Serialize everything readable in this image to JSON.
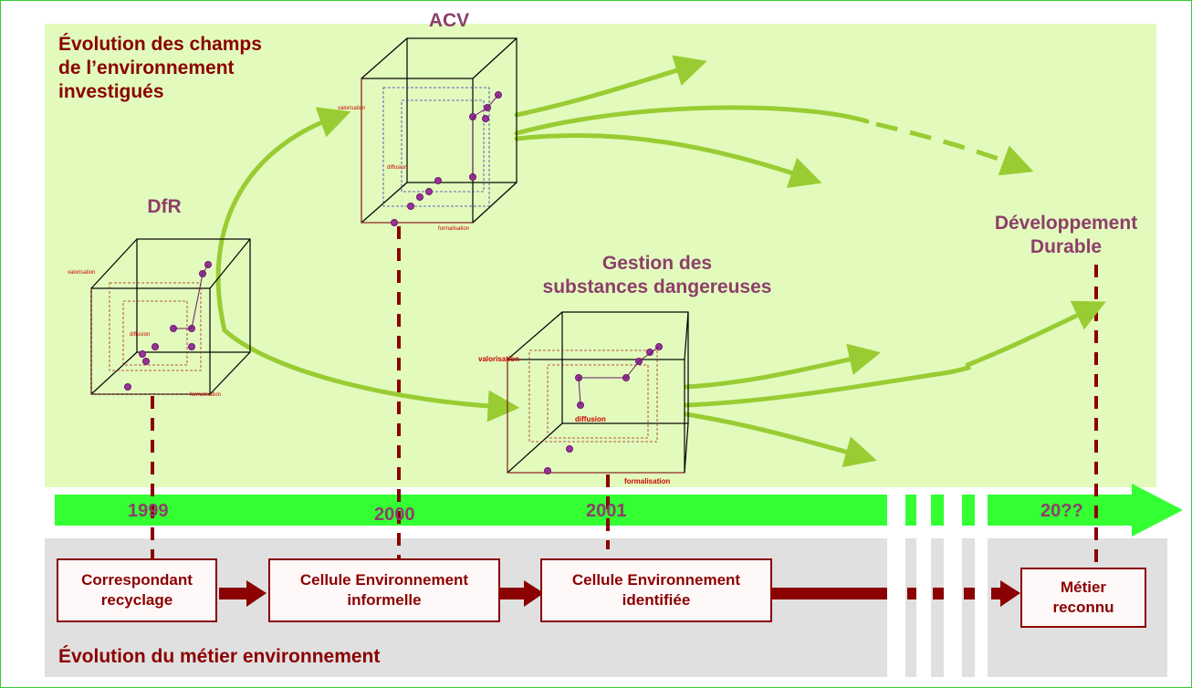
{
  "top_title": [
    "Évolution des champs",
    "de l’environnement",
    "investigués"
  ],
  "bottom_title": "Évolution du métier environnement",
  "cube_labels": {
    "dfr": "DfR",
    "acv": "ACV",
    "gestion": [
      "Gestion des",
      "substances dangereuses"
    ],
    "dd": [
      "Développement",
      "Durable"
    ]
  },
  "cube_axis_labels": {
    "top": "valorisation",
    "middle": "diffusion",
    "bottom": "formalisation"
  },
  "years": [
    "1999",
    "2000",
    "2001",
    "20??"
  ],
  "stages": [
    [
      "Correspondant",
      "recyclage"
    ],
    [
      "Cellule Environnement",
      "informelle"
    ],
    [
      "Cellule Environnement",
      "identifiée"
    ],
    [
      "Métier",
      "reconnu"
    ]
  ],
  "colors": {
    "top_panel": "#e2fbbd",
    "bottom_panel": "#e0e0e0",
    "timeline": "#33ff33",
    "green_arrow": "#99cc33",
    "maroon": "#8b0000",
    "label": "#8e3e6a",
    "dot": "#993399"
  },
  "icons": [
    "cube-diagram-icon",
    "curved-arrow-icon",
    "block-arrow-icon"
  ]
}
